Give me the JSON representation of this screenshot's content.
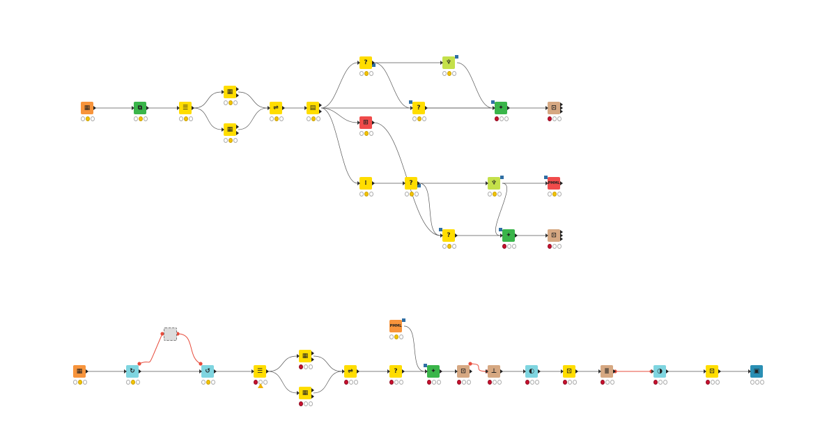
{
  "workflow": {
    "colors": {
      "source": "#f7943c",
      "manipulator": "#ffdd00",
      "sink": "#f04b4b",
      "learner": "#c4e04a",
      "predictor": "#3ab54a",
      "scorer": "#d6a882",
      "loop": "#7fd5e0",
      "visualizer": "#2a8fb4",
      "metanode": "#dcdcdc",
      "connection": "#555555",
      "flow_variable": "#e74c3c"
    },
    "nodes": [
      {
        "id": "n1",
        "kind": "source",
        "icon": "table-grid-icon",
        "glyph": "▦",
        "status": "yellow"
      },
      {
        "id": "n2",
        "kind": "predictor",
        "icon": "document-icon",
        "glyph": "⧉",
        "status": "yellow"
      },
      {
        "id": "n3",
        "kind": "manipulator",
        "icon": "column-filter-icon",
        "glyph": "☰",
        "status": "yellow"
      },
      {
        "id": "n4",
        "kind": "manipulator",
        "icon": "table-icon",
        "glyph": "▦",
        "status": "yellow"
      },
      {
        "id": "n5",
        "kind": "manipulator",
        "icon": "table-icon",
        "glyph": "▦",
        "status": "yellow"
      },
      {
        "id": "n6",
        "kind": "manipulator",
        "icon": "joiner-icon",
        "glyph": "⇌",
        "status": "yellow"
      },
      {
        "id": "n7",
        "kind": "manipulator",
        "icon": "partition-icon",
        "glyph": "▤",
        "status": "yellow"
      },
      {
        "id": "n8",
        "kind": "manipulator",
        "icon": "question-icon",
        "glyph": "?",
        "status": "yellow"
      },
      {
        "id": "n9",
        "kind": "learner",
        "icon": "tree-learner-icon",
        "glyph": "♆",
        "status": "yellow"
      },
      {
        "id": "n10",
        "kind": "sink",
        "icon": "writer-icon",
        "glyph": "⊞",
        "status": "yellow"
      },
      {
        "id": "n11",
        "kind": "manipulator",
        "icon": "filter-icon",
        "glyph": "?",
        "status": "yellow"
      },
      {
        "id": "n12",
        "kind": "predictor",
        "icon": "predictor-icon",
        "glyph": "✦",
        "status": "red"
      },
      {
        "id": "n13",
        "kind": "scorer",
        "icon": "scorer-icon",
        "glyph": "⊡",
        "status": "red"
      },
      {
        "id": "n14",
        "kind": "manipulator",
        "icon": "scatter-icon",
        "glyph": "⁞",
        "status": "yellow"
      },
      {
        "id": "n15",
        "kind": "manipulator",
        "icon": "question-icon",
        "glyph": "?",
        "status": "yellow"
      },
      {
        "id": "n16",
        "kind": "learner",
        "icon": "tree-learner-icon",
        "glyph": "♆",
        "status": "yellow"
      },
      {
        "id": "n17",
        "kind": "sink",
        "icon": "pmml-writer-icon",
        "glyph": "PMML",
        "status": "yellow"
      },
      {
        "id": "n18",
        "kind": "manipulator",
        "icon": "filter-icon",
        "glyph": "?",
        "status": "yellow"
      },
      {
        "id": "n19",
        "kind": "predictor",
        "icon": "predictor-icon",
        "glyph": "✦",
        "status": "red"
      },
      {
        "id": "n20",
        "kind": "scorer",
        "icon": "scorer-icon",
        "glyph": "⊡",
        "status": "red"
      },
      {
        "id": "b1",
        "kind": "source",
        "icon": "table-grid-icon",
        "glyph": "▦",
        "status": "yellow"
      },
      {
        "id": "b2",
        "kind": "loop",
        "icon": "loop-start-icon",
        "glyph": "↻",
        "status": "yellow"
      },
      {
        "id": "b3",
        "kind": "loop",
        "icon": "loop-end-icon",
        "glyph": "↺",
        "status": "yellow"
      },
      {
        "id": "b4",
        "kind": "manipulator",
        "icon": "column-filter-icon",
        "glyph": "☰",
        "status": "red",
        "warning": true
      },
      {
        "id": "b5",
        "kind": "manipulator",
        "icon": "table-icon",
        "glyph": "▦",
        "status": "red"
      },
      {
        "id": "b6",
        "kind": "manipulator",
        "icon": "table-icon",
        "glyph": "▦",
        "status": "red"
      },
      {
        "id": "b7",
        "kind": "manipulator",
        "icon": "joiner-icon",
        "glyph": "⇌",
        "status": "red"
      },
      {
        "id": "b8",
        "kind": "manipulator",
        "icon": "question-icon",
        "glyph": "?",
        "status": "red"
      },
      {
        "id": "b9",
        "kind": "source",
        "icon": "pmml-reader-icon",
        "glyph": "PMML",
        "status": "yellow"
      },
      {
        "id": "b10",
        "kind": "predictor",
        "icon": "predictor-icon",
        "glyph": "✦",
        "status": "red"
      },
      {
        "id": "b11",
        "kind": "scorer",
        "icon": "scorer-icon",
        "glyph": "⊡",
        "status": "red"
      },
      {
        "id": "b12",
        "kind": "scorer",
        "icon": "threshold-icon",
        "glyph": "⊥",
        "status": "red"
      },
      {
        "id": "b13",
        "kind": "loop",
        "icon": "chunk-icon",
        "glyph": "◐",
        "status": "red"
      },
      {
        "id": "b14",
        "kind": "manipulator",
        "icon": "mapper-icon",
        "glyph": "⊡",
        "status": "red"
      },
      {
        "id": "b15",
        "kind": "scorer",
        "icon": "statistics-icon",
        "glyph": "≣",
        "status": "red"
      },
      {
        "id": "b16",
        "kind": "loop",
        "icon": "loop-end-icon",
        "glyph": "◑",
        "status": "red"
      },
      {
        "id": "b17",
        "kind": "manipulator",
        "icon": "column-merge-icon",
        "glyph": "⊡",
        "status": "red"
      },
      {
        "id": "b18",
        "kind": "visualizer",
        "icon": "image-view-icon",
        "glyph": "▣",
        "status": "grey"
      },
      {
        "id": "m1",
        "kind": "metanode",
        "icon": "metanode-icon",
        "glyph": "",
        "status": "none"
      }
    ],
    "connections": [
      {
        "from": "n1",
        "to": "n2",
        "type": "data"
      },
      {
        "from": "n2",
        "to": "n3",
        "type": "data"
      },
      {
        "from": "n3",
        "to": "n4",
        "type": "data"
      },
      {
        "from": "n3",
        "to": "n5",
        "type": "data"
      },
      {
        "from": "n4",
        "to": "n6",
        "type": "data"
      },
      {
        "from": "n5",
        "to": "n6",
        "type": "data"
      },
      {
        "from": "n6",
        "to": "n7",
        "type": "data"
      },
      {
        "from": "n7",
        "to": "n8",
        "type": "data"
      },
      {
        "from": "n7",
        "to": "n10",
        "type": "data"
      },
      {
        "from": "n7",
        "to": "n14",
        "type": "data"
      },
      {
        "from": "n7",
        "to": "n12",
        "type": "data"
      },
      {
        "from": "n8",
        "to": "n9",
        "type": "data"
      },
      {
        "from": "n8",
        "to": "n11",
        "type": "model"
      },
      {
        "from": "n9",
        "to": "n12",
        "type": "model"
      },
      {
        "from": "n11",
        "to": "n12",
        "type": "data"
      },
      {
        "from": "n12",
        "to": "n13",
        "type": "data"
      },
      {
        "from": "n10",
        "to": "n18",
        "type": "data"
      },
      {
        "from": "n14",
        "to": "n15",
        "type": "data"
      },
      {
        "from": "n15",
        "to": "n16",
        "type": "data"
      },
      {
        "from": "n15",
        "to": "n18",
        "type": "model"
      },
      {
        "from": "n16",
        "to": "n17",
        "type": "model"
      },
      {
        "from": "n16",
        "to": "n19",
        "type": "model"
      },
      {
        "from": "n18",
        "to": "n19",
        "type": "data"
      },
      {
        "from": "n19",
        "to": "n20",
        "type": "data"
      },
      {
        "from": "b1",
        "to": "b2",
        "type": "data"
      },
      {
        "from": "b2",
        "to": "b3",
        "type": "data"
      },
      {
        "from": "b2",
        "to": "m1",
        "type": "flow"
      },
      {
        "from": "m1",
        "to": "b3",
        "type": "flow"
      },
      {
        "from": "b3",
        "to": "b4",
        "type": "data"
      },
      {
        "from": "b4",
        "to": "b5",
        "type": "data"
      },
      {
        "from": "b4",
        "to": "b6",
        "type": "data"
      },
      {
        "from": "b5",
        "to": "b7",
        "type": "data"
      },
      {
        "from": "b6",
        "to": "b7",
        "type": "data"
      },
      {
        "from": "b7",
        "to": "b8",
        "type": "data"
      },
      {
        "from": "b8",
        "to": "b10",
        "type": "data"
      },
      {
        "from": "b9",
        "to": "b10",
        "type": "model"
      },
      {
        "from": "b10",
        "to": "b11",
        "type": "data"
      },
      {
        "from": "b11",
        "to": "b12",
        "type": "flow"
      },
      {
        "from": "b12",
        "to": "b13",
        "type": "data"
      },
      {
        "from": "b13",
        "to": "b14",
        "type": "data"
      },
      {
        "from": "b14",
        "to": "b15",
        "type": "data"
      },
      {
        "from": "b15",
        "to": "b16",
        "type": "flow"
      },
      {
        "from": "b16",
        "to": "b17",
        "type": "data"
      },
      {
        "from": "b17",
        "to": "b18",
        "type": "data"
      }
    ]
  }
}
